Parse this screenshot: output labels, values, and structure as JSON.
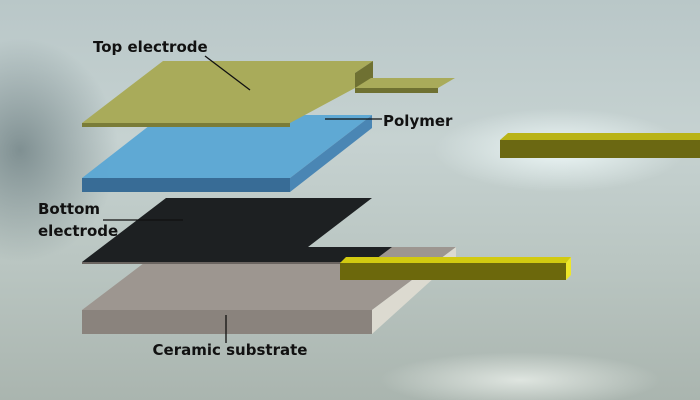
{
  "labels": {
    "top_electrode": "Top electrode",
    "polymer": "Polymer",
    "bottom_electrode_line1": "Bottom",
    "bottom_electrode_line2": "electrode",
    "ceramic_substrate": "Ceramic substrate"
  },
  "colors": {
    "top_electrode": "#a9ab5a",
    "polymer": "#5ea9d6",
    "bottom_electrode": "#1c1f21",
    "ceramic": "#9c958f",
    "lead": "#c9c10a"
  }
}
